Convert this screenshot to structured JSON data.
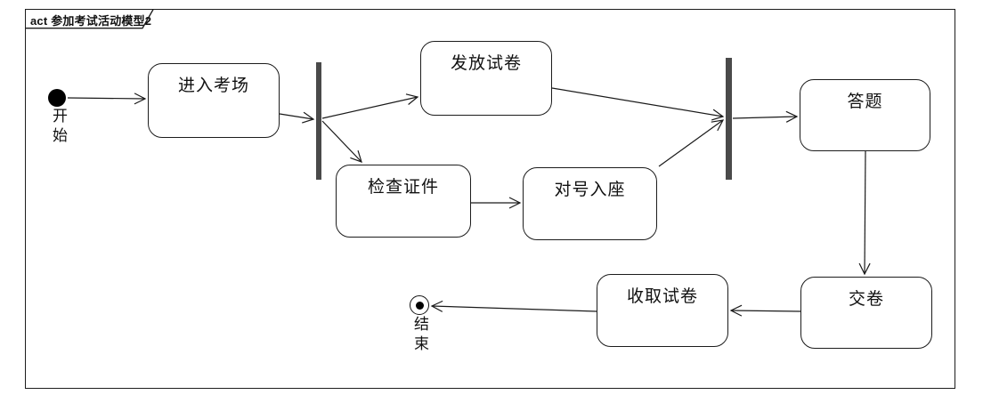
{
  "frame": {
    "title": "act 参加考试活动模型2"
  },
  "nodes": {
    "start": {
      "label": "开始"
    },
    "end": {
      "label": "结束"
    },
    "activities": [
      {
        "id": "enter-exam-room",
        "label": "进入考场"
      },
      {
        "id": "distribute-papers",
        "label": "发放试卷"
      },
      {
        "id": "check-credentials",
        "label": "检查证件"
      },
      {
        "id": "take-assigned-seat",
        "label": "对号入座"
      },
      {
        "id": "answer-questions",
        "label": "答题"
      },
      {
        "id": "submit-paper",
        "label": "交卷"
      },
      {
        "id": "collect-papers",
        "label": "收取试卷"
      }
    ]
  },
  "flows": [
    {
      "from": "start",
      "to": "enter-exam-room"
    },
    {
      "from": "enter-exam-room",
      "to": "fork"
    },
    {
      "from": "fork",
      "to": "distribute-papers"
    },
    {
      "from": "fork",
      "to": "check-credentials"
    },
    {
      "from": "check-credentials",
      "to": "take-assigned-seat"
    },
    {
      "from": "distribute-papers",
      "to": "join"
    },
    {
      "from": "take-assigned-seat",
      "to": "join"
    },
    {
      "from": "join",
      "to": "answer-questions"
    },
    {
      "from": "answer-questions",
      "to": "submit-paper"
    },
    {
      "from": "submit-paper",
      "to": "collect-papers"
    },
    {
      "from": "collect-papers",
      "to": "end"
    }
  ],
  "colors": {
    "line": "#1a1a1a",
    "bar": "#4a4a4a",
    "node_fill": "#ffffff",
    "border": "#1c1c1c"
  }
}
